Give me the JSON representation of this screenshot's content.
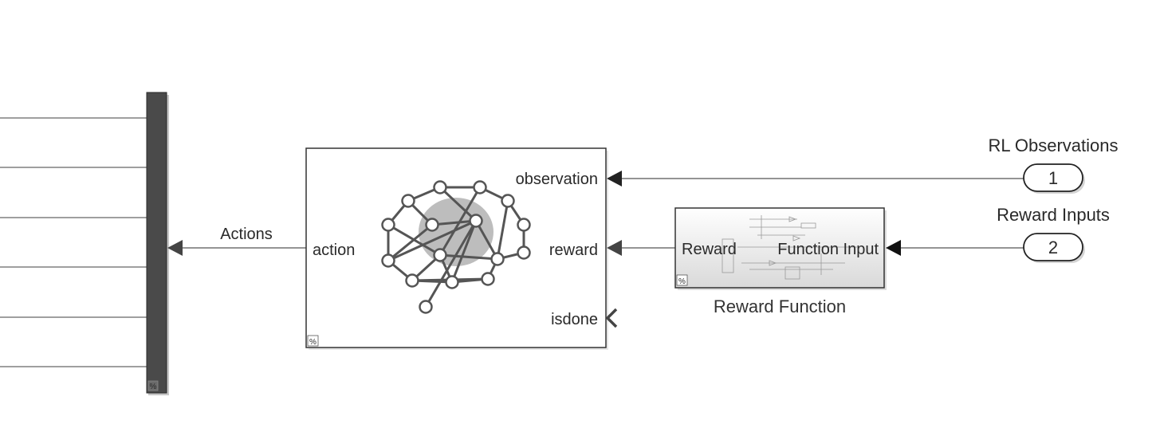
{
  "diagram": {
    "signals": {
      "actions_label": "Actions"
    },
    "agent_block": {
      "ports": {
        "action": "action",
        "observation": "observation",
        "reward": "reward",
        "isdone": "isdone"
      }
    },
    "reward_block": {
      "name": "Reward Function",
      "in_port": "Function Input",
      "out_port": "Reward"
    },
    "inports": [
      {
        "number": "1",
        "name": "RL Observations"
      },
      {
        "number": "2",
        "name": "Reward Inputs"
      }
    ],
    "mask_badge": "%",
    "colors": {
      "line": "#444444",
      "block_border": "#333333",
      "demux_fill": "#4a4a4a",
      "brain_fill": "#bdbdbd"
    }
  }
}
